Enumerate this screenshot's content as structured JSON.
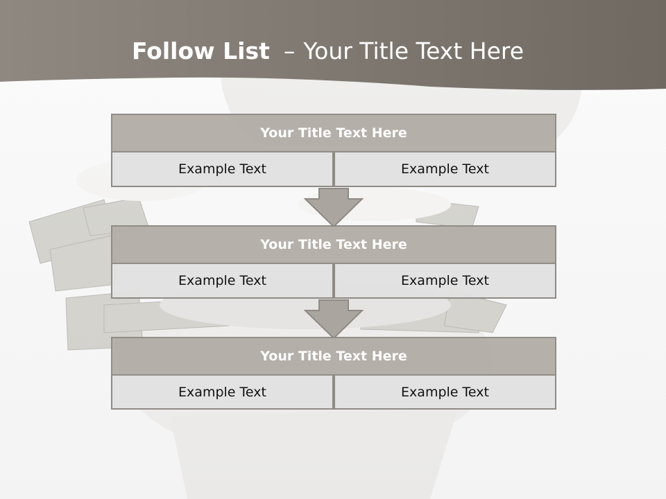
{
  "slide": {
    "title_bold": "Follow List",
    "title_dash": "–",
    "title_rest": "Your Title Text Here"
  },
  "steps": [
    {
      "title": "Your Title Text Here",
      "cells": [
        "Example Text",
        "Example Text"
      ]
    },
    {
      "title": "Your Title Text Here",
      "cells": [
        "Example Text",
        "Example Text"
      ]
    },
    {
      "title": "Your Title Text Here",
      "cells": [
        "Example Text",
        "Example Text"
      ]
    }
  ],
  "colors": {
    "header_band": "#7e776f",
    "title_box": "#b3aea7",
    "cell_box": "#e1e1e1",
    "border": "#8e8a84",
    "arrow": "#aaa69f"
  },
  "icons": {
    "down_arrow": "down-arrow-icon",
    "background_picture": "toilet-with-money-image"
  }
}
